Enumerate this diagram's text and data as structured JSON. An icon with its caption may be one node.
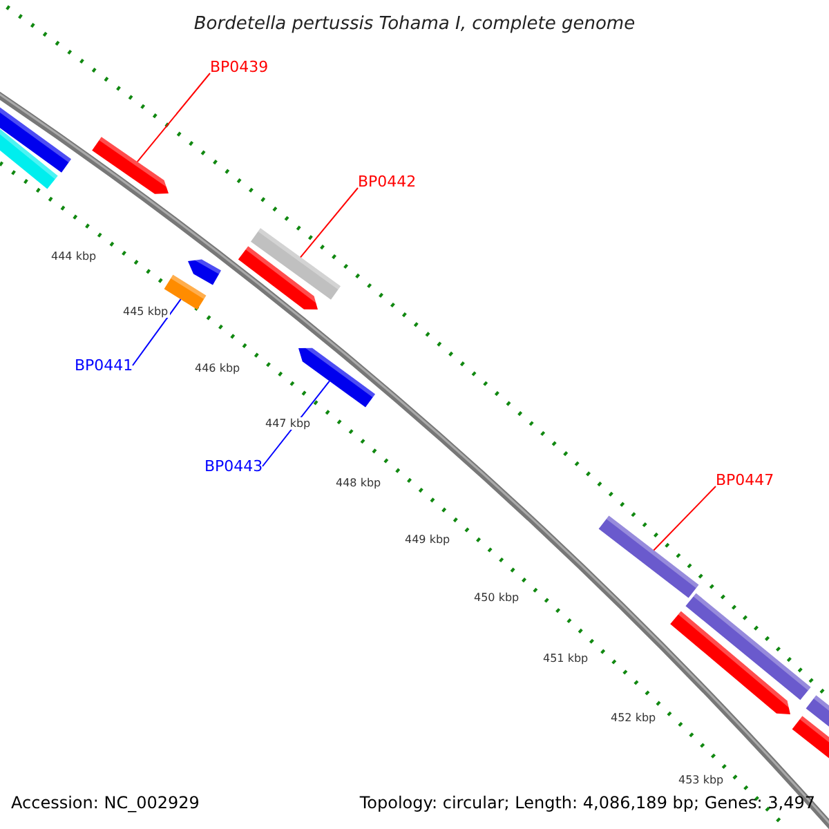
{
  "diagram": {
    "title": "Bordetella pertussis Tohama I, complete genome",
    "nodes": [
      {
        "text": [
          "BP0439"
        ]
      },
      {
        "text": [],
        "shape": "bar"
      },
      {
        "text": [
          "BP0442"
        ]
      },
      {
        "text": [],
        "shape": "bar"
      },
      {
        "text": [
          "BP0441"
        ]
      },
      {
        "text": [],
        "shape": "bar"
      },
      {
        "text": [
          "BP0443"
        ]
      },
      {
        "text": [],
        "shape": "bar"
      },
      {
        "text": [
          "BP0447"
        ]
      },
      {
        "text": [],
        "shape": "bar"
      }
    ],
    "edges": [
      {
        "from": 0,
        "to": 1,
        "arrow": "none"
      },
      {
        "from": 2,
        "to": 3,
        "arrow": "none"
      },
      {
        "from": 4,
        "to": 5,
        "arrow": "none",
        "color": "#0000ff"
      },
      {
        "from": 6,
        "to": 7,
        "arrow": "none",
        "color": "#0000ff"
      },
      {
        "from": 8,
        "to": 9,
        "arrow": "none"
      }
    ],
    "labels": [
      "444 kbp",
      "445 kbp",
      "446 kbp",
      "447 kbp",
      "448 kbp",
      "449 kbp",
      "450 kbp",
      "451 kbp",
      "452 kbp",
      "453 kbp",
      "Accession: NC_002929",
      "Topology: circular; Length: 4,086,189 bp; Genes: 3,497"
    ]
  }
}
